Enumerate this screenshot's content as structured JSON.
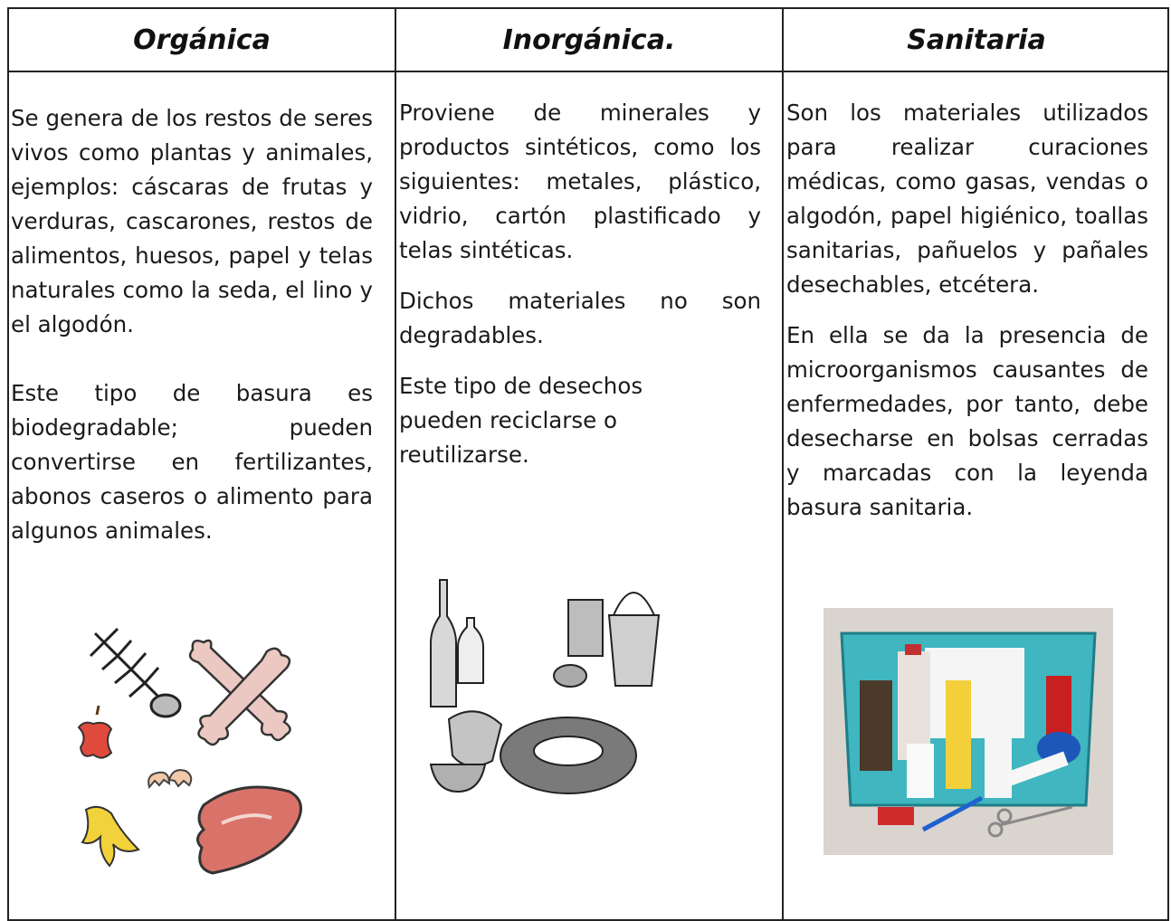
{
  "headers": [
    "Orgánica",
    "Inorgánica.",
    "Sanitaria"
  ],
  "organica": {
    "p1": "Se genera de los restos de seres vivos como plantas y animales, ejemplos: cáscaras de frutas y verduras, cascarones, restos de alimentos, huesos, papel y telas naturales como la seda, el lino y el algodón.",
    "p2": "Este tipo de basura es biodegradable; pueden convertirse en fertilizantes, abonos caseros o alimento para algunos animales."
  },
  "inorganica": {
    "p1": "Proviene de minerales y productos sintéticos, como los siguientes: metales, plástico, vidrio, cartón plastificado y telas sintéticas.",
    "p2": "Dichos materiales no son degradables.",
    "p3": "Este tipo de desechos pueden reciclarse o reutilizarse."
  },
  "sanitaria": {
    "p1": "Son los materiales utilizados para realizar curaciones médicas, como gasas, vendas o algodón, papel higiénico, toallas sanitarias, pañuelos y pañales desechables, etcétera.",
    "p2": "En ella se da la presencia de microorganismos causantes de enfermedades, por tanto, debe desecharse en bolsas cerradas y marcadas con la leyenda basura sanitaria."
  },
  "colors": {
    "border": "#222222",
    "kit_teal": "#3fb6c0",
    "meat": "#d9736a",
    "banana": "#f2d23a"
  },
  "icons": [
    "fish-skeleton-icon",
    "bone-icon",
    "apple-core-icon",
    "eggshell-icon",
    "banana-peel-icon",
    "meat-icon",
    "bottle-icon",
    "can-icon",
    "bucket-icon",
    "tire-icon",
    "first-aid-kit-icon"
  ]
}
